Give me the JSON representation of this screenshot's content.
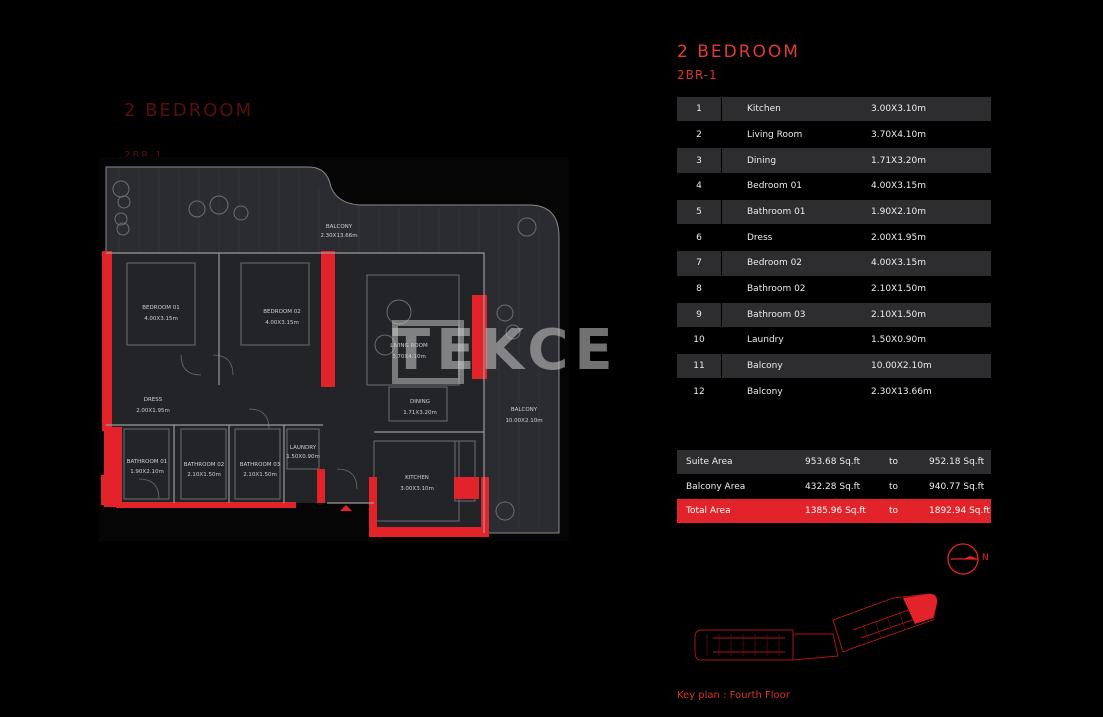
{
  "header": {
    "title": "2 BEDROOM",
    "subtitle": "2BR-1"
  },
  "plan_ghost": {
    "title": "2 BEDROOM",
    "subtitle": "2BR-1"
  },
  "plan_labels": {
    "balcony_top": {
      "name": "BALCONY",
      "dim": "2.30X13.66m"
    },
    "bedroom_01": {
      "name": "BEDROOM 01",
      "dim": "4.00X3.15m"
    },
    "bedroom_02": {
      "name": "BEDROOM 02",
      "dim": "4.00X3.15m"
    },
    "living_room": {
      "name": "LIVING ROOM",
      "dim": "3.70X4.10m"
    },
    "dress": {
      "name": "DRESS",
      "dim": "2.00X1.95m"
    },
    "dining": {
      "name": "DINING",
      "dim": "1.71X3.20m"
    },
    "balcony_right": {
      "name": "BALCONY",
      "dim": "10.00X2.10m"
    },
    "bathroom_01": {
      "name": "BATHROOM 01",
      "dim": "1.90X2.10m"
    },
    "bathroom_02": {
      "name": "BATHROOM 02",
      "dim": "2.10X1.50m"
    },
    "bathroom_03": {
      "name": "BATHROOM 03",
      "dim": "2.10X1.50m"
    },
    "laundry": {
      "name": "LAUNDRY",
      "dim": "1.50X0.90m"
    },
    "kitchen": {
      "name": "KITCHEN",
      "dim": "3.00X3.10m"
    }
  },
  "watermark": "TEKCE",
  "rooms": [
    {
      "num": "1",
      "name": "Kitchen",
      "dim": "3.00X3.10m"
    },
    {
      "num": "2",
      "name": "Living Room",
      "dim": "3.70X4.10m"
    },
    {
      "num": "3",
      "name": "Dining",
      "dim": "1.71X3.20m"
    },
    {
      "num": "4",
      "name": "Bedroom 01",
      "dim": "4.00X3.15m"
    },
    {
      "num": "5",
      "name": "Bathroom 01",
      "dim": "1.90X2.10m"
    },
    {
      "num": "6",
      "name": "Dress",
      "dim": "2.00X1.95m"
    },
    {
      "num": "7",
      "name": "Bedroom 02",
      "dim": "4.00X3.15m"
    },
    {
      "num": "8",
      "name": "Bathroom 02",
      "dim": "2.10X1.50m"
    },
    {
      "num": "9",
      "name": "Bathroom 03",
      "dim": "2.10X1.50m"
    },
    {
      "num": "10",
      "name": "Laundry",
      "dim": "1.50X0.90m"
    },
    {
      "num": "11",
      "name": "Balcony",
      "dim": "10.00X2.10m"
    },
    {
      "num": "12",
      "name": "Balcony",
      "dim": "2.30X13.66m"
    }
  ],
  "areas": [
    {
      "label": "Suite Area",
      "min": "953.68 Sq.ft",
      "to": "to",
      "max": "952.18 Sq.ft"
    },
    {
      "label": "Balcony Area",
      "min": "432.28 Sq.ft",
      "to": "to",
      "max": "940.77 Sq.ft"
    },
    {
      "label": "Total Area",
      "min": "1385.96 Sq.ft",
      "to": "to",
      "max": "1892.94 Sq.ft"
    }
  ],
  "compass": {
    "label": "N",
    "icon": "north-compass-icon"
  },
  "keyplan": {
    "label": "Key plan : Fourth Floor"
  },
  "colors": {
    "accent": "#e3232a",
    "panel": "#2d2d2f",
    "plan_fill": "#2b2c31",
    "background": "#000000"
  }
}
